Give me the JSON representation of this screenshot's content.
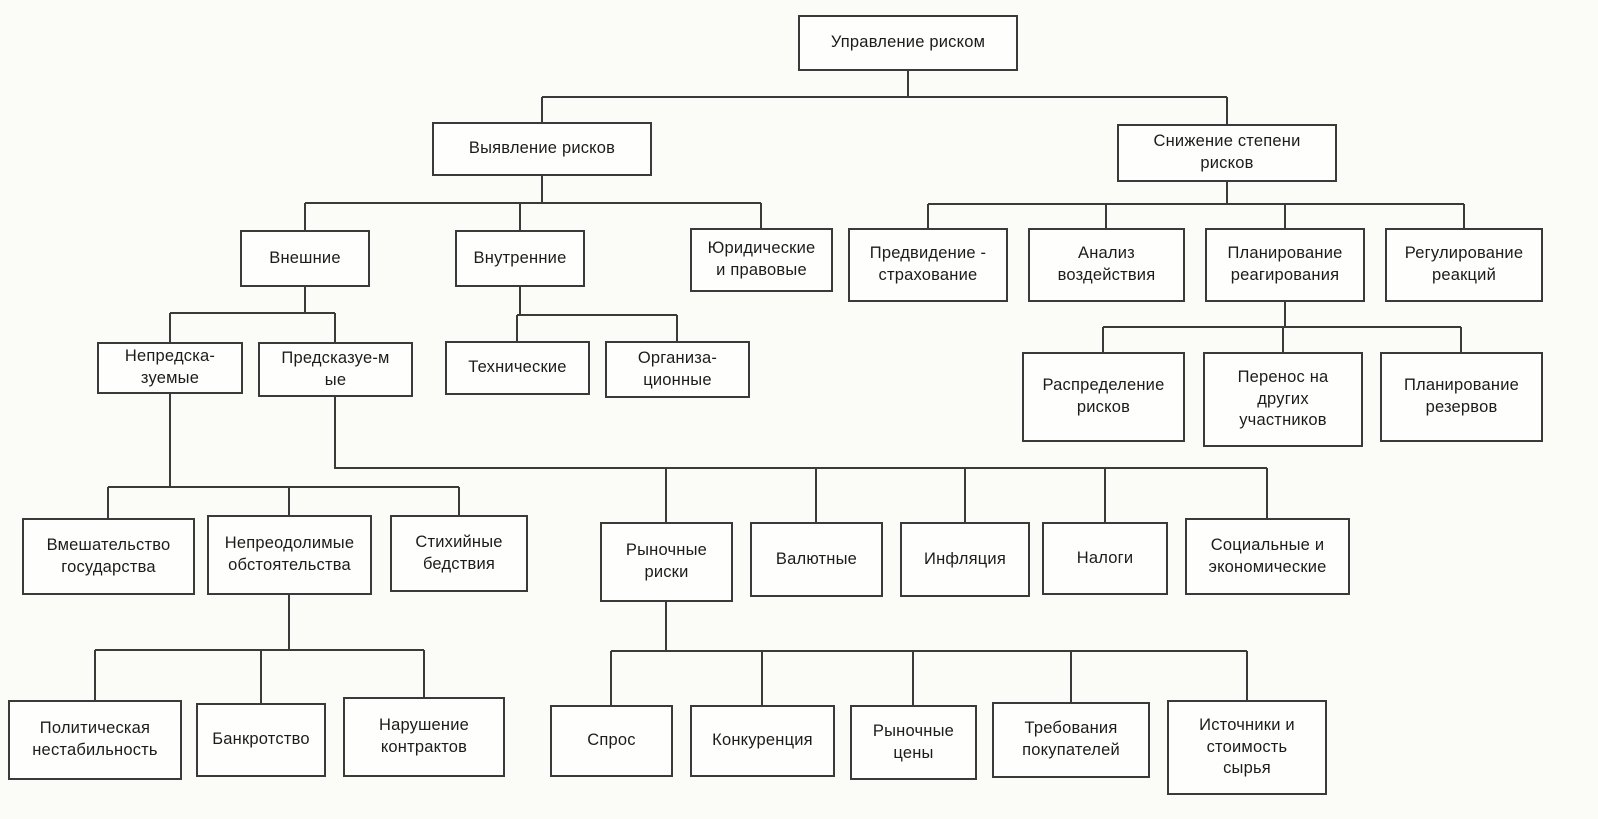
{
  "diagram": {
    "title": "Управление риском",
    "colors": {
      "paper": "#fbfbf8",
      "box": "#fefefc",
      "ink": "#3a3a3a",
      "text": "#1c1c1c"
    },
    "nodes": {
      "upravlenie": {
        "label": "Управление риском",
        "parent": null
      },
      "vyyavlenie": {
        "label": "Выявление рисков",
        "parent": "upravlenie"
      },
      "snizhenie": {
        "label": "Снижение степени\nрисков",
        "parent": "upravlenie"
      },
      "vneshnie": {
        "label": "Внешние",
        "parent": "vyyavlenie"
      },
      "vnutrennie": {
        "label": "Внутренние",
        "parent": "vyyavlenie"
      },
      "yuridicheskie": {
        "label": "Юридические\nи правовые",
        "parent": "vyyavlenie"
      },
      "nepredskazuemye": {
        "label": "Непредска-\nзуемые",
        "parent": "vneshnie"
      },
      "predskazuemye": {
        "label": "Предсказуе-м\nые",
        "parent": "vneshnie"
      },
      "tehnicheskie": {
        "label": "Технические",
        "parent": "vnutrennie"
      },
      "organizacionnye": {
        "label": "Организа-\nционные",
        "parent": "vnutrennie"
      },
      "predvidenie_strahovanie": {
        "label": "Предвидение -\nстрахование",
        "parent": "snizhenie"
      },
      "analiz_vozdejstviya": {
        "label": "Анализ\nвоздействия",
        "parent": "snizhenie"
      },
      "planirovanie_reagirovaniya": {
        "label": "Планирование\nреагирования",
        "parent": "snizhenie"
      },
      "regulirovanie_reakcij": {
        "label": "Регулирование\nреакций",
        "parent": "snizhenie"
      },
      "raspredelenie_riskov": {
        "label": "Распределение\nрисков",
        "parent": "planirovanie_reagirovaniya"
      },
      "perenos_na_drugih": {
        "label": "Перенос на\nдругих\nучастников",
        "parent": "planirovanie_reagirovaniya"
      },
      "planirovanie_rezervov": {
        "label": "Планирование\nрезервов",
        "parent": "planirovanie_reagirovaniya"
      },
      "vmeshatelstvo_gosudarstva": {
        "label": "Вмешательство\nгосударства",
        "parent": "nepredskazuemye"
      },
      "nepreodolimye_obstoyatelstva": {
        "label": "Непреодолимые\nобстоятельства",
        "parent": "nepredskazuemye"
      },
      "stihijnye_bedstviya": {
        "label": "Стихийные\nбедствия",
        "parent": "nepredskazuemye"
      },
      "rynochnye_riski": {
        "label": "Рыночные\nриски",
        "parent": "predskazuemye"
      },
      "valyutnye": {
        "label": "Валютные",
        "parent": "predskazuemye"
      },
      "inflyaciya": {
        "label": "Инфляция",
        "parent": "predskazuemye"
      },
      "nalogi": {
        "label": "Налоги",
        "parent": "predskazuemye"
      },
      "socialnye_ekonomicheskie": {
        "label": "Социальные и\nэкономические",
        "parent": "predskazuemye"
      },
      "politicheskaya_nestabilnost": {
        "label": "Политическая\nнестабильность",
        "parent": "nepreodolimye_obstoyatelstva"
      },
      "bankrotstvo": {
        "label": "Банкротство",
        "parent": "nepreodolimye_obstoyatelstva"
      },
      "narushenie_kontraktov": {
        "label": "Нарушение\nконтрактов",
        "parent": "nepreodolimye_obstoyatelstva"
      },
      "spros": {
        "label": "Спрос",
        "parent": "rynochnye_riski"
      },
      "konkurenciya": {
        "label": "Конкуренция",
        "parent": "rynochnye_riski"
      },
      "rynochnye_ceny": {
        "label": "Рыночные\nцены",
        "parent": "rynochnye_riski"
      },
      "trebovaniya_pokupatelej": {
        "label": "Требования\nпокупателей",
        "parent": "rynochnye_riski"
      },
      "istochniki_stoimost_syrya": {
        "label": "Источники и\nстоимость\nсырья",
        "parent": "rynochnye_riski"
      }
    }
  }
}
